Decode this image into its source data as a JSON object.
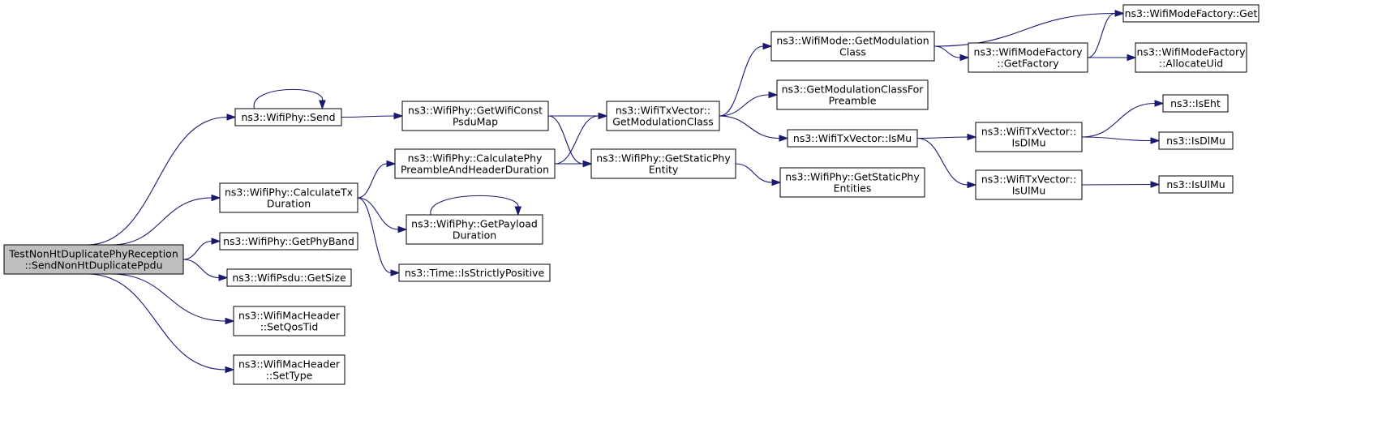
{
  "nodes": [
    {
      "id": "root",
      "lines": [
        "TestNonHtDuplicatePhyReception",
        "::SendNonHtDuplicatePpdu"
      ],
      "root": true
    },
    {
      "id": "send",
      "lines": [
        "ns3::WifiPhy::Send"
      ]
    },
    {
      "id": "calctx",
      "lines": [
        "ns3::WifiPhy::CalculateTx",
        "Duration"
      ]
    },
    {
      "id": "getphyband",
      "lines": [
        "ns3::WifiPhy::GetPhyBand"
      ]
    },
    {
      "id": "getsize",
      "lines": [
        "ns3::WifiPsdu::GetSize"
      ]
    },
    {
      "id": "setqos",
      "lines": [
        "ns3::WifiMacHeader",
        "::SetQosTid"
      ]
    },
    {
      "id": "settype",
      "lines": [
        "ns3::WifiMacHeader",
        "::SetType"
      ]
    },
    {
      "id": "getwificonst",
      "lines": [
        "ns3::WifiPhy::GetWifiConst",
        "PsduMap"
      ]
    },
    {
      "id": "calcpre",
      "lines": [
        "ns3::WifiPhy::CalculatePhy",
        "PreambleAndHeaderDuration"
      ]
    },
    {
      "id": "getpayload",
      "lines": [
        "ns3::WifiPhy::GetPayload",
        "Duration"
      ]
    },
    {
      "id": "strictly",
      "lines": [
        "ns3::Time::IsStrictlyPositive"
      ]
    },
    {
      "id": "txgetmod",
      "lines": [
        "ns3::WifiTxVector::",
        "GetModulationClass"
      ]
    },
    {
      "id": "staticphy",
      "lines": [
        "ns3::WifiPhy::GetStaticPhy",
        "Entity"
      ]
    },
    {
      "id": "modegetmod",
      "lines": [
        "ns3::WifiMode::GetModulation",
        "Class"
      ]
    },
    {
      "id": "getmodpre",
      "lines": [
        "ns3::GetModulationClassFor",
        "Preamble"
      ]
    },
    {
      "id": "ismu",
      "lines": [
        "ns3::WifiTxVector::IsMu"
      ]
    },
    {
      "id": "staticents",
      "lines": [
        "ns3::WifiPhy::GetStaticPhy",
        "Entities"
      ]
    },
    {
      "id": "getfactory",
      "lines": [
        "ns3::WifiModeFactory",
        "::GetFactory"
      ]
    },
    {
      "id": "isdlmu",
      "lines": [
        "ns3::WifiTxVector::",
        "IsDlMu"
      ]
    },
    {
      "id": "isulmu",
      "lines": [
        "ns3::WifiTxVector::",
        "IsUlMu"
      ]
    },
    {
      "id": "factget",
      "lines": [
        "ns3::WifiModeFactory::Get"
      ]
    },
    {
      "id": "alloc",
      "lines": [
        "ns3::WifiModeFactory",
        "::AllocateUid"
      ]
    },
    {
      "id": "iseht",
      "lines": [
        "ns3::IsEht"
      ]
    },
    {
      "id": "isdlmu2",
      "lines": [
        "ns3::IsDlMu"
      ]
    },
    {
      "id": "isulmu2",
      "lines": [
        "ns3::IsUlMu"
      ]
    }
  ],
  "edges": [
    {
      "from": "root",
      "to": "send"
    },
    {
      "from": "root",
      "to": "calctx"
    },
    {
      "from": "root",
      "to": "getphyband"
    },
    {
      "from": "root",
      "to": "getsize"
    },
    {
      "from": "root",
      "to": "setqos"
    },
    {
      "from": "root",
      "to": "settype"
    },
    {
      "from": "send",
      "to": "send"
    },
    {
      "from": "send",
      "to": "getwificonst"
    },
    {
      "from": "calctx",
      "to": "calcpre"
    },
    {
      "from": "calctx",
      "to": "getpayload"
    },
    {
      "from": "calctx",
      "to": "strictly"
    },
    {
      "from": "getpayload",
      "to": "getpayload"
    },
    {
      "from": "getwificonst",
      "to": "txgetmod"
    },
    {
      "from": "getwificonst",
      "to": "staticphy"
    },
    {
      "from": "calcpre",
      "to": "txgetmod"
    },
    {
      "from": "calcpre",
      "to": "staticphy"
    },
    {
      "from": "txgetmod",
      "to": "modegetmod"
    },
    {
      "from": "txgetmod",
      "to": "getmodpre"
    },
    {
      "from": "txgetmod",
      "to": "ismu"
    },
    {
      "from": "staticphy",
      "to": "staticents"
    },
    {
      "from": "modegetmod",
      "to": "factget"
    },
    {
      "from": "modegetmod",
      "to": "getfactory"
    },
    {
      "from": "getfactory",
      "to": "factget"
    },
    {
      "from": "getfactory",
      "to": "alloc"
    },
    {
      "from": "ismu",
      "to": "isdlmu"
    },
    {
      "from": "ismu",
      "to": "isulmu"
    },
    {
      "from": "isdlmu",
      "to": "iseht"
    },
    {
      "from": "isdlmu",
      "to": "isdlmu2"
    },
    {
      "from": "isulmu",
      "to": "isulmu2"
    }
  ]
}
